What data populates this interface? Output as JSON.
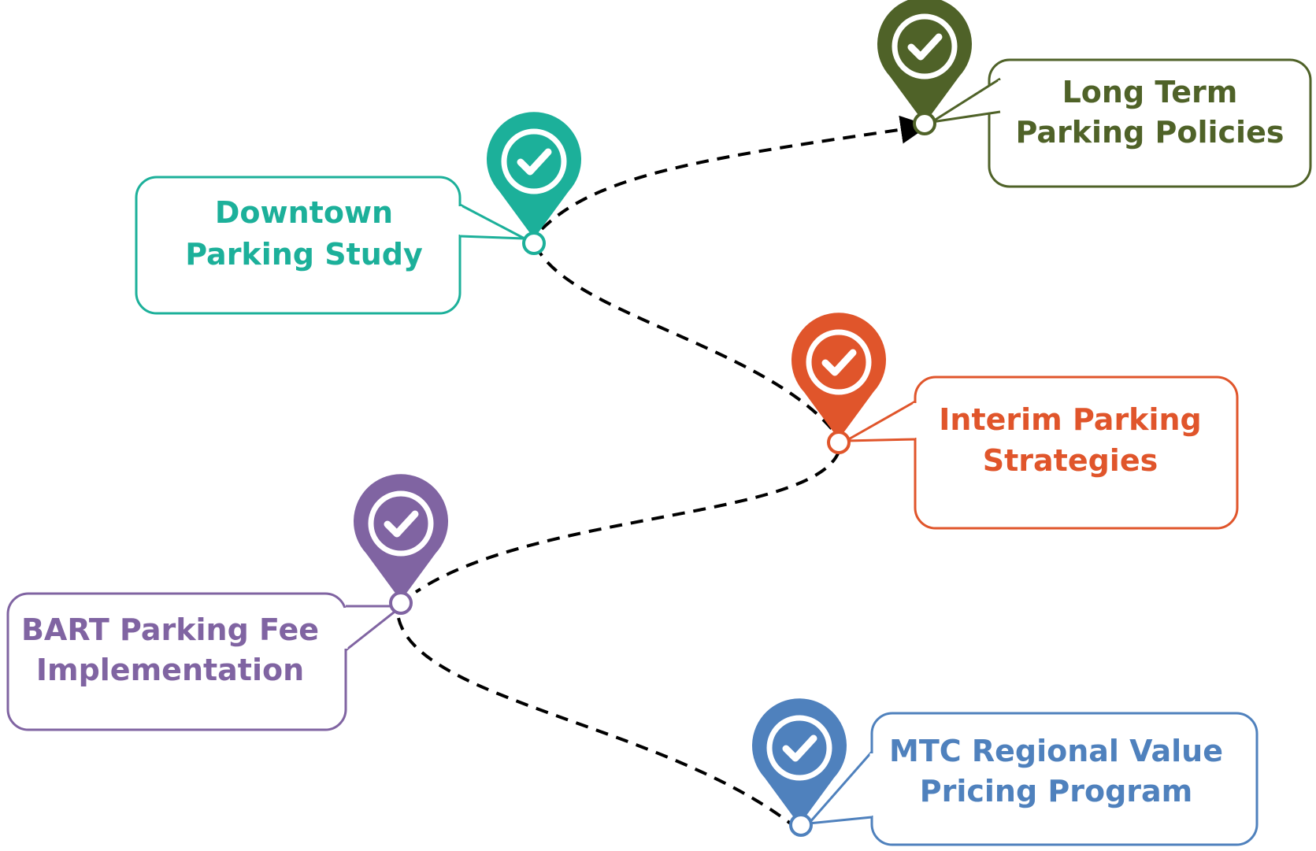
{
  "milestones": [
    {
      "id": "downtown",
      "line1": "Downtown",
      "line2": "Parking Study",
      "color": "#1cb09a",
      "icon": "check-icon"
    },
    {
      "id": "longterm",
      "line1": "Long Term",
      "line2": "Parking Policies",
      "color": "#4f6228",
      "icon": "check-icon"
    },
    {
      "id": "interim",
      "line1": "Interim Parking",
      "line2": "Strategies",
      "color": "#e0552b",
      "icon": "check-icon"
    },
    {
      "id": "bart",
      "line1": "BART Parking Fee",
      "line2": "Implementation",
      "color": "#8064a2",
      "icon": "check-icon"
    },
    {
      "id": "mtc",
      "line1": "MTC Regional Value",
      "line2": "Pricing Program",
      "color": "#4f81bd",
      "icon": "check-icon"
    }
  ],
  "path": {
    "style": "dashed",
    "color": "#000000",
    "arrow_at": "Long Term Parking Policies"
  }
}
